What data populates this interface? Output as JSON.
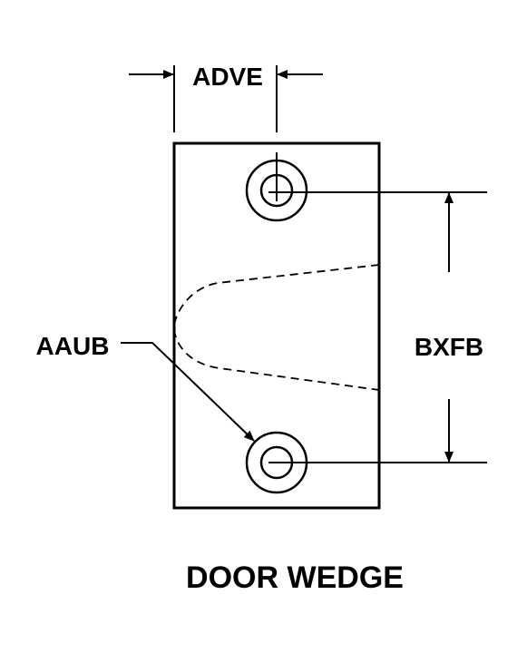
{
  "diagram": {
    "title": "DOOR WEDGE",
    "labels": {
      "width_dim": "ADVE",
      "hole_callout": "AAUB",
      "spacing_dim": "BXFB"
    },
    "colors": {
      "ink": "#000000",
      "background": "#ffffff"
    }
  }
}
